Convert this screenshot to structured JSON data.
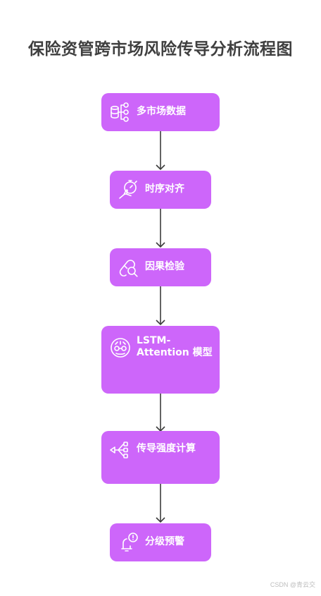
{
  "title": "保险资管跨市场风险传导分析流程图",
  "nodes": [
    {
      "label": "多市场数据",
      "icon": "database-hierarchy-icon"
    },
    {
      "label": "时序对齐",
      "icon": "hand-stopwatch-icon"
    },
    {
      "label": "因果检验",
      "icon": "pill-search-icon"
    },
    {
      "label": "LSTM-Attention 模型",
      "icon": "neural-face-icon"
    },
    {
      "label": "传导强度计算",
      "icon": "share-network-icon"
    },
    {
      "label": "分级预警",
      "icon": "bell-alert-icon"
    }
  ],
  "colors": {
    "node": "#cd66fa",
    "arrow": "#3c3c3c",
    "title": "#3f3f3f"
  },
  "watermark": "CSDN @青云交"
}
